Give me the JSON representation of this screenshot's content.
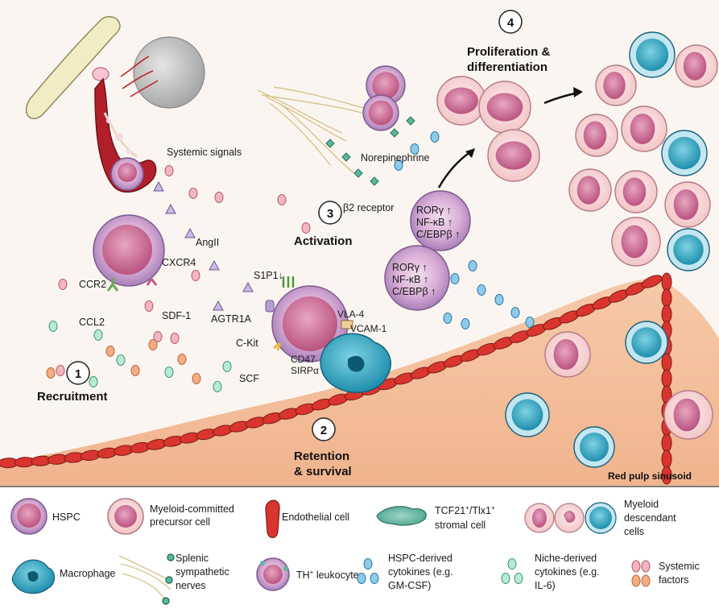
{
  "steps": [
    {
      "num": "1",
      "title": "Recruitment"
    },
    {
      "num": "2",
      "title_line1": "Retention",
      "title_line2": "& survival"
    },
    {
      "num": "3",
      "title": "Activation"
    },
    {
      "num": "4",
      "title_line1": "Proliferation &",
      "title_line2": "differentiation"
    }
  ],
  "labels": {
    "systemic_signals": "Systemic signals",
    "angii": "AngII",
    "cxcr4": "CXCR4",
    "ccr2": "CCR2",
    "ccl2": "CCL2",
    "sdf1": "SDF-1",
    "s1p1": "S1P1↓",
    "agtr1a": "AGTR1A",
    "ckit": "C-Kit",
    "scf": "SCF",
    "cd47": "CD47",
    "sirpa": "SIRPα",
    "vla4": "VLA-4",
    "vcam1": "VCAM-1",
    "norepinephrine": "Norepinephrine",
    "b2_receptor": "β2 receptor",
    "upper": {
      "rory": "RORγ ↑",
      "nfkb": "NF-κB ↑",
      "cebpb": "C/EBPβ ↑"
    },
    "lower": {
      "rory": "RORγ ↑",
      "nfkb": "NF-κB ↑",
      "cebpb": "C/EBPβ ↑"
    },
    "red_pulp_sinusoid": "Red pulp sinusoid"
  },
  "legend": {
    "hspc": "HSPC",
    "precursor_line1": "Myeloid-committed",
    "precursor_line2": "precursor cell",
    "endothelial": "Endothelial cell",
    "stromal_line1_a": "TCF21",
    "stromal_sup1": "+",
    "stromal_line1_b": "/Tlx1",
    "stromal_sup2": "+",
    "stromal_line2": "stromal cell",
    "descendant_line1": "Myeloid",
    "descendant_line2": "descendant",
    "descendant_line3": "cells",
    "macrophage": "Macrophage",
    "nerve_line1": "Splenic",
    "nerve_line2": "sympathetic",
    "nerve_line3": "nerves",
    "th_leukocyte_a": "TH",
    "th_leukocyte_sup": "+",
    "th_leukocyte_b": " leukocyte",
    "hspc_cyto_line1": "HSPC-derived",
    "hspc_cyto_line2": "cytokines (e.g.",
    "hspc_cyto_line3": "GM-CSF)",
    "niche_cyto_line1": "Niche-derived",
    "niche_cyto_line2": "cytokines (e.g.",
    "niche_cyto_line3": "IL-6)",
    "systemic_line1": "Systemic",
    "systemic_line2": "factors"
  },
  "colors": {
    "endothelial": "#d9352e",
    "tissue": "#f6c9a8",
    "hspc": "#d9aed6",
    "macrophage": "#1f8fad",
    "stromal": "#4aa38e"
  }
}
